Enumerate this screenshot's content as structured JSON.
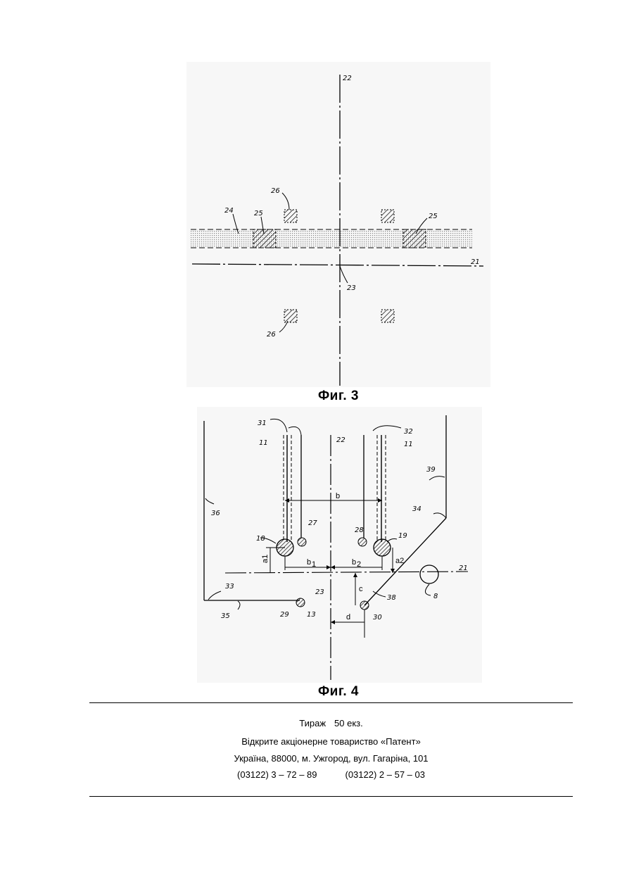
{
  "figure3": {
    "caption": "Фиг. 3",
    "labels": {
      "l22": "22",
      "l24": "24",
      "l25a": "25",
      "l25b": "25",
      "l26a": "26",
      "l26b": "26",
      "l21": "21",
      "l23": "23"
    }
  },
  "figure4": {
    "caption": "Фиг. 4",
    "labels": {
      "l31": "31",
      "l32": "32",
      "l11a": "11",
      "l11b": "11",
      "l22": "22",
      "l39": "39",
      "l36": "36",
      "l34": "34",
      "lb": "b",
      "l18": "18",
      "l27": "27",
      "l28": "28",
      "l19": "19",
      "la1": "a1",
      "la2": "a2",
      "lb1": "b",
      "lb1s": "1",
      "lb2": "b",
      "lb2s": "2",
      "l21": "21",
      "l8": "8",
      "l23": "23",
      "lc": "c",
      "l33": "33",
      "l38": "38",
      "l35": "35",
      "l29": "29",
      "l13": "13",
      "l30": "30",
      "ld": "d"
    }
  },
  "imprint": {
    "circulation_label": "Тираж",
    "circulation_value": "50 екз.",
    "publisher": "Відкрите акціонерне товариство «Патент»",
    "address": "Україна, 88000, м. Ужгород, вул. Гагаріна, 101",
    "phone1": "(03122) 3 – 72 – 89",
    "phone2": "(03122) 2 – 57 – 03"
  }
}
